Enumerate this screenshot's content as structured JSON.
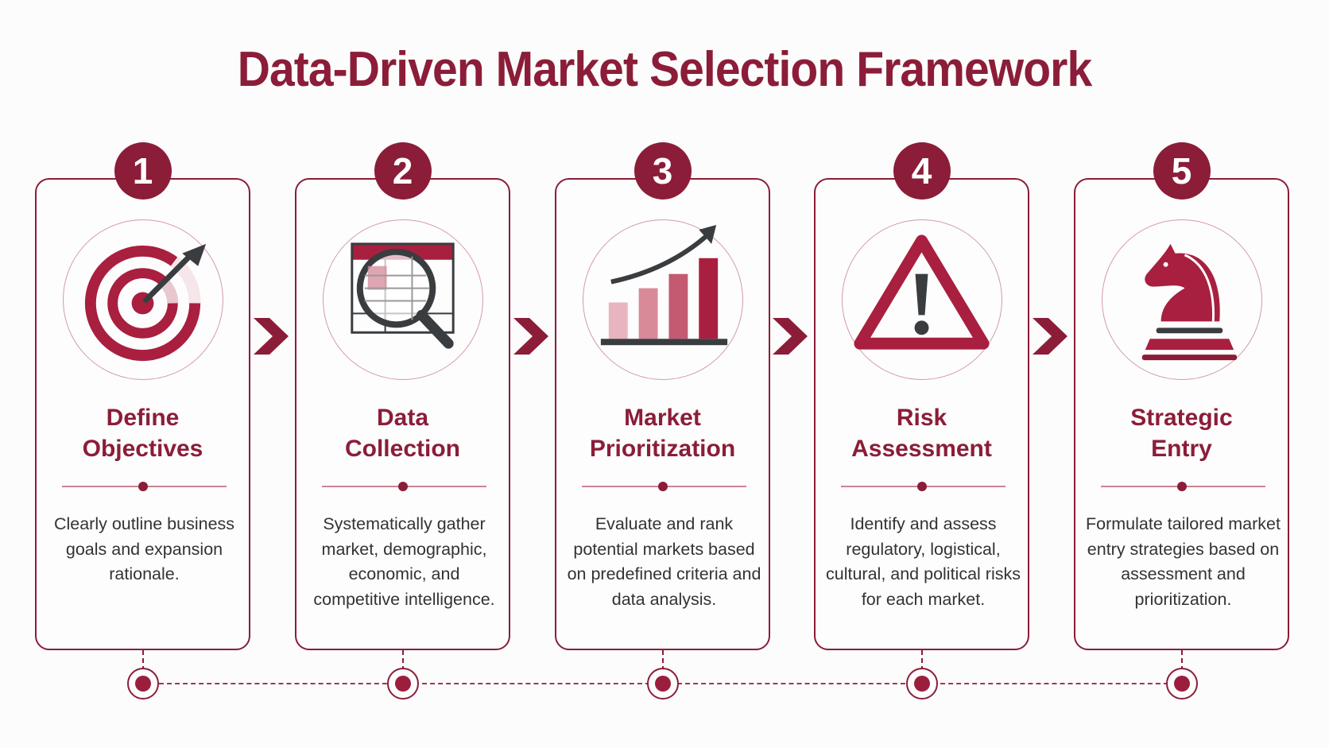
{
  "title": "Data-Driven Market Selection Framework",
  "colors": {
    "accent": "#8b1d38",
    "dark_icon": "#3a3d40",
    "text": "#333333",
    "background": "#fcfcfc"
  },
  "steps": [
    {
      "number": "1",
      "icon": "target-with-arrow-icon",
      "heading_line1": "Define",
      "heading_line2": "Objectives",
      "description": "Clearly outline business goals and expansion rationale."
    },
    {
      "number": "2",
      "icon": "magnifying-glass-over-table-icon",
      "heading_line1": "Data",
      "heading_line2": "Collection",
      "description": "Systematically gather market, demographic, economic, and competitive intelligence."
    },
    {
      "number": "3",
      "icon": "rising-bar-chart-icon",
      "heading_line1": "Market",
      "heading_line2": "Prioritization",
      "description": "Evaluate and rank potential markets based on predefined criteria and data analysis."
    },
    {
      "number": "4",
      "icon": "warning-triangle-icon",
      "heading_line1": "Risk",
      "heading_line2": "Assessment",
      "description": "Identify and assess regulatory, logistical, cultural, and political risks for each market."
    },
    {
      "number": "5",
      "icon": "chess-knight-icon",
      "heading_line1": "Strategic",
      "heading_line2": "Entry",
      "description": "Formulate tailored market entry strategies based on assessment and prioritization."
    }
  ],
  "connectors": {
    "icon": "chevron-right-icon",
    "count": 4
  },
  "timeline": {
    "nodes": 5,
    "style": "dashed"
  }
}
